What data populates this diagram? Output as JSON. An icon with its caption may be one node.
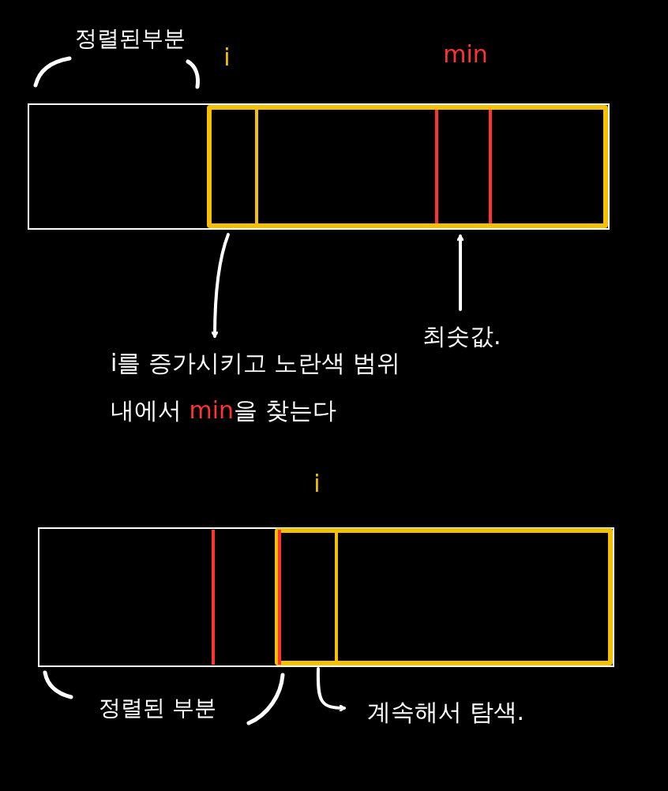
{
  "diagram": {
    "nodes": [
      {
        "text": [],
        "shape": "box"
      },
      {
        "text": [],
        "shape": "box",
        "in": 0
      },
      {
        "text": [
          "i"
        ],
        "in": 1
      },
      {
        "text": [
          "min"
        ],
        "in": 1
      },
      {
        "text": [
          "i를 증가시키고 노란색 범위 내에서 **min**을 찾는다"
        ]
      },
      {
        "text": [
          "최솟값."
        ]
      },
      {
        "text": [],
        "shape": "box"
      },
      {
        "text": [],
        "shape": "box",
        "in": 6
      },
      {
        "text": [],
        "shape": "box",
        "in": 6
      },
      {
        "text": [
          "i"
        ],
        "in": 7
      },
      {
        "text": [
          "계속해서 탐색."
        ]
      }
    ],
    "edges": [
      {
        "from": 2,
        "to": 4,
        "arrow": "to"
      },
      {
        "from": 5,
        "to": 3,
        "arrow": "to"
      },
      {
        "from": 9,
        "to": 10,
        "arrow": "to"
      }
    ],
    "labels": [
      "정렬된부분",
      "정렬된 부분"
    ]
  }
}
